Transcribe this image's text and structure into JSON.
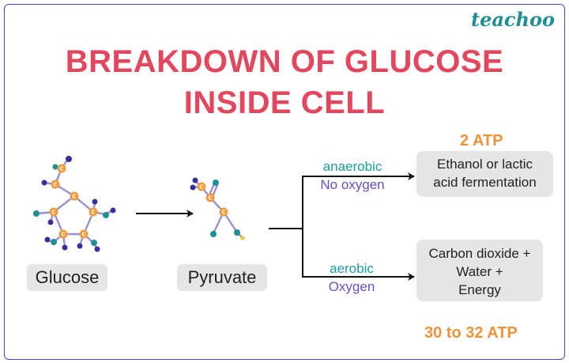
{
  "brand": "teachoo",
  "title_line1": "BREAKDOWN OF GLUCOSE",
  "title_line2": "INSIDE CELL",
  "molecules": {
    "glucose": "Glucose",
    "pyruvate": "Pyruvate",
    "atom_label": "C"
  },
  "pathways": {
    "anaerobic": {
      "type": "anaerobic",
      "condition": "No oxygen",
      "result_line1": "Ethanol or lactic",
      "result_line2": "acid fermentation",
      "atp": "2 ATP"
    },
    "aerobic": {
      "type": "aerobic",
      "condition": "Oxygen",
      "result_line1": "Carbon dioxide +",
      "result_line2": "Water +",
      "result_line3": "Energy",
      "atp": "30 to 32 ATP"
    }
  },
  "colors": {
    "title": "#e2475e",
    "brand": "#1f8f95",
    "atp": "#f0923a",
    "teal_text": "#1a9d9d",
    "purple_text": "#6a4fc8",
    "carbon_atom": "#f39a3b"
  }
}
